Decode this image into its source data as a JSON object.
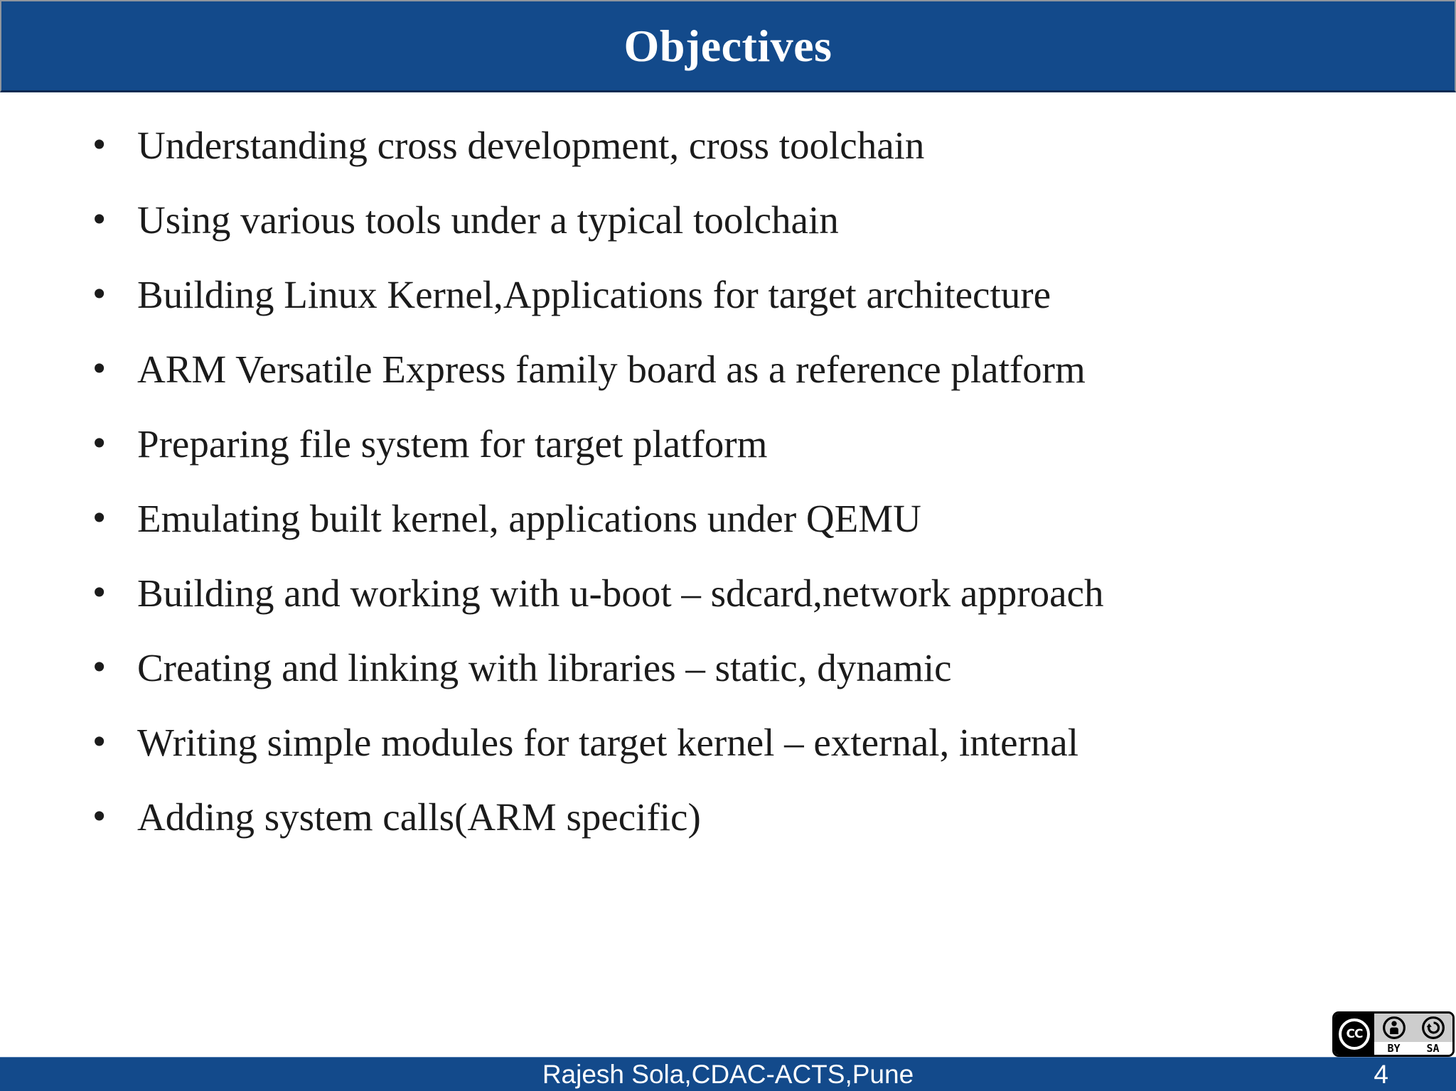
{
  "slide": {
    "header": {
      "title": "Objectives"
    },
    "bullet_glyph": "•",
    "bullets": [
      "Understanding cross development, cross toolchain",
      "Using various tools under a typical toolchain",
      "Building Linux Kernel,Applications for target architecture",
      "ARM Versatile Express family board as a reference platform",
      "Preparing file system for target platform",
      "Emulating built kernel, applications under QEMU",
      "Building and working with u-boot – sdcard,network approach",
      "Creating and linking with libraries – static, dynamic",
      "Writing simple modules for target kernel – external, internal",
      "Adding system calls(ARM specific)"
    ],
    "footer": {
      "author": "Rajesh Sola,CDAC-ACTS,Pune",
      "page_number": "4"
    },
    "license_badge": {
      "cc": "CC",
      "by": "BY",
      "sa": "SA"
    },
    "colors": {
      "bar_blue": "#134a8b",
      "body_text": "#1b1b1b",
      "badge_gray": "#cdcdcd"
    }
  }
}
